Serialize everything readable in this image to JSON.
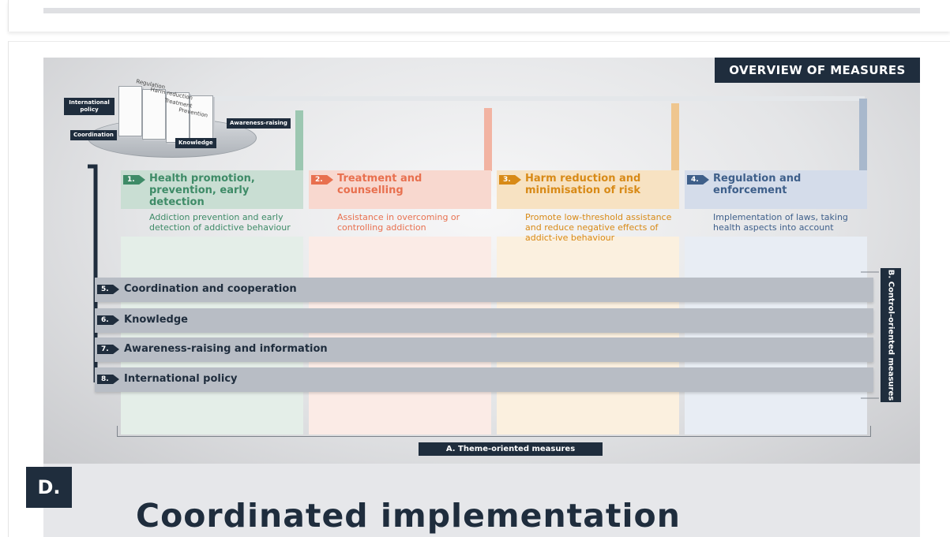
{
  "overview_title": "OVERVIEW OF MEASURES",
  "model_icon": {
    "slabs": [
      "Regulation",
      "Harm reduction",
      "Treatment",
      "Prevention"
    ],
    "tags": {
      "international": "International policy",
      "coordination": "Coordination",
      "knowledge": "Knowledge",
      "awareness": "Awareness-raising"
    }
  },
  "columns": [
    {
      "number": "1.",
      "title": "Health promotion, prevention, early detection",
      "description": "Addiction prevention and early detection of addictive behaviour",
      "color": "#3e8b67",
      "head_bg": "#c9ded3",
      "body_bg": "#e4eee8"
    },
    {
      "number": "2.",
      "title": "Treatment and counselling",
      "description": "Assistance in overcoming or controlling addiction",
      "color": "#e8704f",
      "head_bg": "#f8d8cf",
      "body_bg": "#fbebe6"
    },
    {
      "number": "3.",
      "title": "Harm reduction and minimisation of risk",
      "description": "Promote low-threshold assistance and reduce negative effects of addict-ive behaviour",
      "color": "#d88a17",
      "head_bg": "#f7e2c2",
      "body_bg": "#fbf0df"
    },
    {
      "number": "4.",
      "title": "Regulation and enforcement",
      "description": "Implementation of laws, taking health aspects into account",
      "color": "#3e5f8a",
      "head_bg": "#d4dcea",
      "body_bg": "#e8edf4"
    }
  ],
  "bands": [
    {
      "number": "5.",
      "label": "Coordination and cooperation"
    },
    {
      "number": "6.",
      "label": "Knowledge"
    },
    {
      "number": "7.",
      "label": "Awareness-raising and information"
    },
    {
      "number": "8.",
      "label": "International policy"
    }
  ],
  "control_label": "B. Control-oriented measures",
  "theme_label": "A. Theme-oriented measures",
  "section": {
    "badge": "D.",
    "title": "Coordinated implementation"
  }
}
